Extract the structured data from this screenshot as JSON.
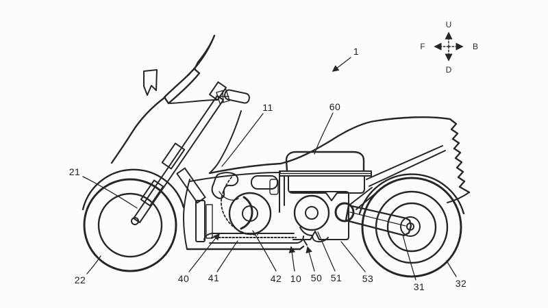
{
  "figure": {
    "kind": "patent-style line drawing",
    "subject": "maxi-scooter motorcycle, left side elevation view",
    "background_color": "#fcfcfc",
    "line_color": "#262626",
    "reference_numerals_shown": [
      "1",
      "10",
      "11",
      "21",
      "22",
      "31",
      "32",
      "40",
      "41",
      "42",
      "50",
      "51",
      "53",
      "60"
    ]
  },
  "compass": {
    "up_label": "U",
    "back_label": "B",
    "down_label": "D",
    "front_label": "F"
  },
  "reference_labels": {
    "n1": {
      "text": "1"
    },
    "n10": {
      "text": "10"
    },
    "n11": {
      "text": "11"
    },
    "n21": {
      "text": "21"
    },
    "n22": {
      "text": "22"
    },
    "n31": {
      "text": "31"
    },
    "n32": {
      "text": "32"
    },
    "n40": {
      "text": "40"
    },
    "n41": {
      "text": "41"
    },
    "n42": {
      "text": "42"
    },
    "n50": {
      "text": "50"
    },
    "n51": {
      "text": "51"
    },
    "n53": {
      "text": "53"
    },
    "n60": {
      "text": "60"
    }
  }
}
